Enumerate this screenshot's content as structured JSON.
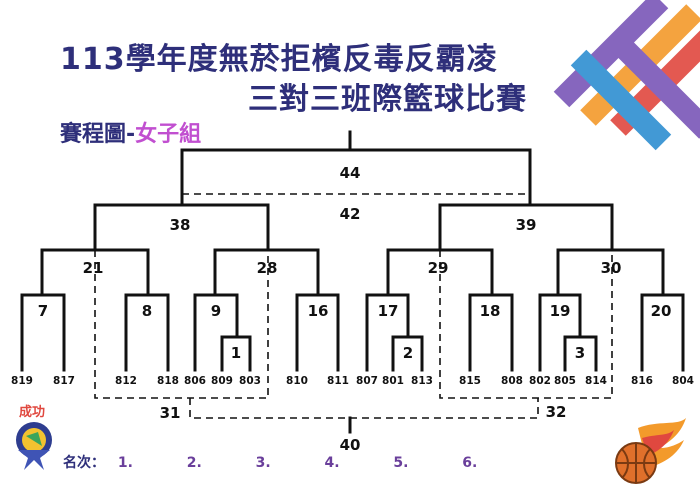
{
  "title": {
    "line1": "113學年度無菸拒檳反毒反霸凌",
    "line2": "三對三班際籃球比賽",
    "sub_prefix": "賽程圖-",
    "sub_accent": "女子組"
  },
  "colors": {
    "title": "#2e2f7a",
    "accent": "#c14fd0",
    "line": "#111111",
    "ribbon_purple": "#7a56b8",
    "ribbon_orange": "#f39a2b",
    "ribbon_red": "#e0483f",
    "ribbon_blue": "#2e8fd1"
  },
  "matches": {
    "m1": "1",
    "m2": "2",
    "m3": "3",
    "m7": "7",
    "m8": "8",
    "m9": "9",
    "m16": "16",
    "m17": "17",
    "m18": "18",
    "m19": "19",
    "m20": "20",
    "m21": "21",
    "m28": "28",
    "m29": "29",
    "m30": "30",
    "m38": "38",
    "m39": "39",
    "m44": "44",
    "m42": "42",
    "m31": "31",
    "m32": "32",
    "m40": "40"
  },
  "teams": [
    "819",
    "817",
    "812",
    "818",
    "806",
    "809",
    "803",
    "810",
    "811",
    "807",
    "801",
    "813",
    "815",
    "808",
    "802",
    "805",
    "814",
    "816",
    "804"
  ],
  "ranking": {
    "label": "名次：",
    "places": [
      "1.",
      "2.",
      "3.",
      "4.",
      "5.",
      "6."
    ]
  },
  "logo_text": "成功"
}
